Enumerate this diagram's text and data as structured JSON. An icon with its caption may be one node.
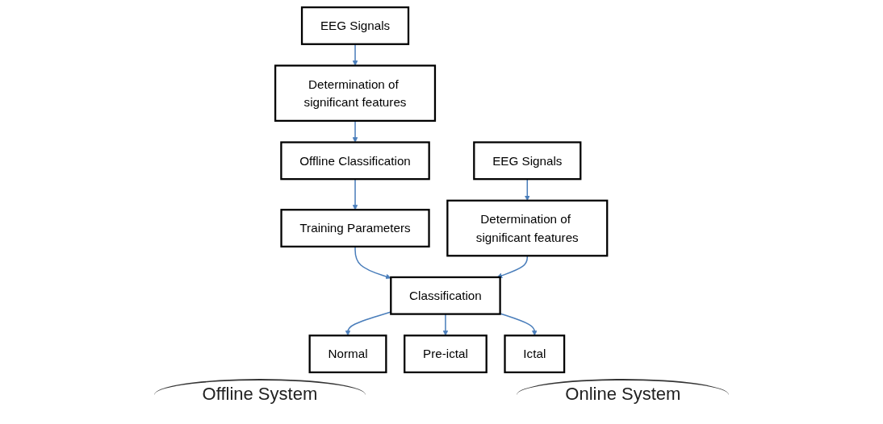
{
  "diagram": {
    "nodes": [
      {
        "text": [
          "EEG Signals"
        ]
      },
      {
        "text": [
          "Determination of significant features"
        ]
      },
      {
        "text": [
          "Offline Classification"
        ]
      },
      {
        "text": [
          "Training Parameters"
        ]
      },
      {
        "text": [
          "EEG Signals"
        ]
      },
      {
        "text": [
          "Determination of significant features"
        ]
      },
      {
        "text": [
          "Classification"
        ]
      },
      {
        "text": [
          "Normal"
        ]
      },
      {
        "text": [
          "Pre-ictal"
        ]
      },
      {
        "text": [
          "Ictal"
        ]
      }
    ],
    "edges": [
      {
        "from": 0,
        "to": 1,
        "arrow": "to"
      },
      {
        "from": 1,
        "to": 2,
        "arrow": "to"
      },
      {
        "from": 2,
        "to": 3,
        "arrow": "to"
      },
      {
        "from": 3,
        "to": 6,
        "arrow": "to"
      },
      {
        "from": 4,
        "to": 5,
        "arrow": "to"
      },
      {
        "from": 5,
        "to": 6,
        "arrow": "to"
      },
      {
        "from": 6,
        "to": 7,
        "arrow": "to"
      },
      {
        "from": 6,
        "to": 8,
        "arrow": "to"
      },
      {
        "from": 6,
        "to": 9,
        "arrow": "to"
      }
    ],
    "labels": [
      "Offline System",
      "Online System"
    ]
  }
}
